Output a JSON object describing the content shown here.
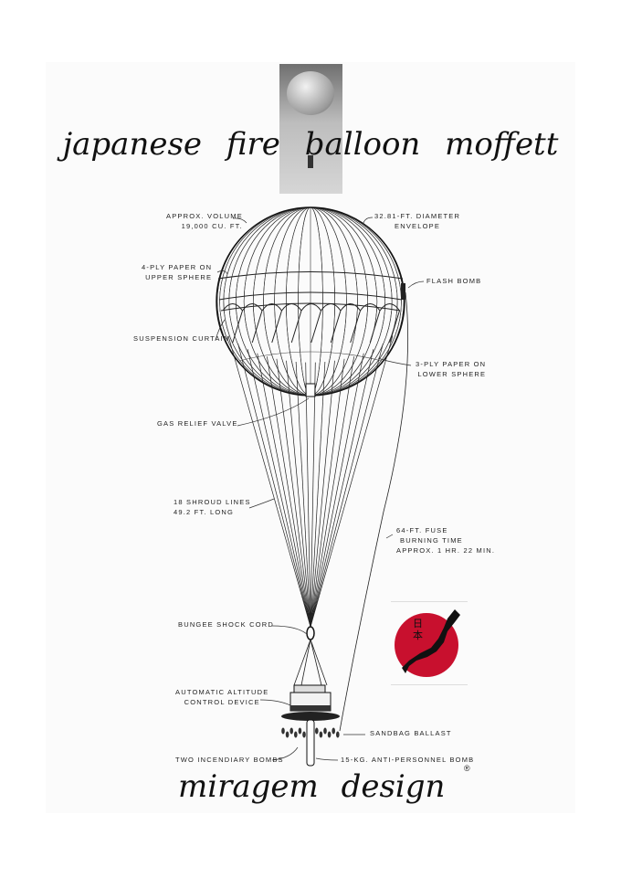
{
  "poster": {
    "title": "japanese fire balloon moffett",
    "brand": "miragem design",
    "registered_mark": "®"
  },
  "flag": {
    "kanji_line1": "日",
    "kanji_line2": "本",
    "sun_color": "#c8102e"
  },
  "labels": {
    "volume_1": "Approx. Volume",
    "volume_2": "19,000 Cu. Ft.",
    "diameter_1": "32.81-Ft. Diameter",
    "diameter_2": "Envelope",
    "upper_1": "4-Ply Paper on",
    "upper_2": "Upper Sphere",
    "flash_bomb": "Flash Bomb",
    "suspension": "Suspension Curtain",
    "lower_1": "3-Ply Paper on",
    "lower_2": "Lower Sphere",
    "gas_valve": "Gas Relief Valve",
    "shroud_1": "18 Shroud Lines",
    "shroud_2": "49.2 Ft. Long",
    "fuse_1": "64-Ft. Fuse",
    "fuse_2": "Burning Time",
    "fuse_3": "Approx. 1 Hr. 22 Min.",
    "bungee": "Bungee Shock Cord",
    "altitude_1": "Automatic Altitude",
    "altitude_2": "Control Device",
    "sandbag": "Sandbag Ballast",
    "incendiary": "Two Incendiary Bombs",
    "antipersonnel": "15-Kg. Anti-Personnel Bomb"
  }
}
